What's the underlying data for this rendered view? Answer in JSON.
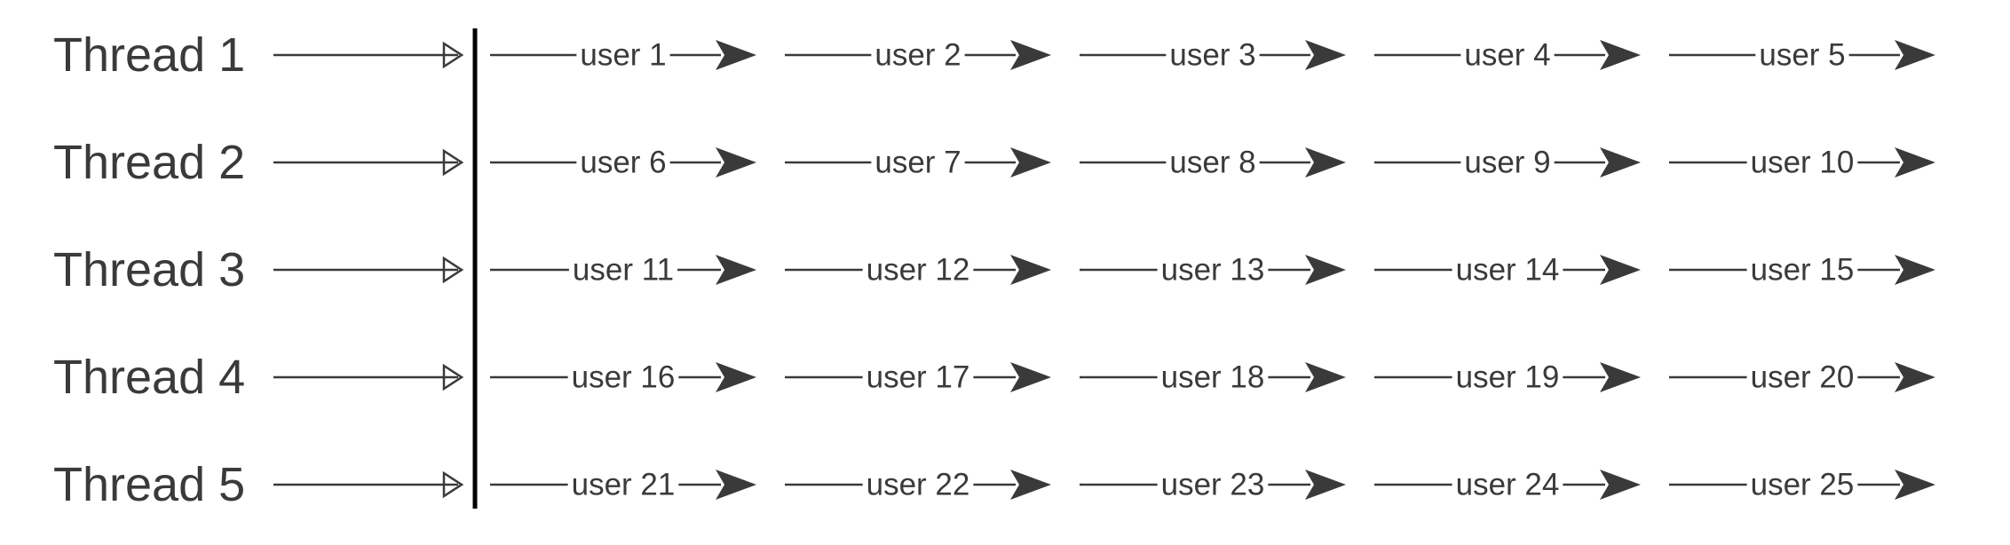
{
  "threads": [
    {
      "label": "Thread 1",
      "users": [
        "user 1",
        "user 2",
        "user 3",
        "user 4",
        "user 5"
      ]
    },
    {
      "label": "Thread 2",
      "users": [
        "user 6",
        "user 7",
        "user 8",
        "user 9",
        "user 10"
      ]
    },
    {
      "label": "Thread 3",
      "users": [
        "user 11",
        "user 12",
        "user 13",
        "user 14",
        "user 15"
      ]
    },
    {
      "label": "Thread 4",
      "users": [
        "user 16",
        "user 17",
        "user 18",
        "user 19",
        "user 20"
      ]
    },
    {
      "label": "Thread 5",
      "users": [
        "user 21",
        "user 22",
        "user 23",
        "user 24",
        "user 25"
      ]
    }
  ],
  "colors": {
    "line": "#3a3a3a",
    "divider": "#000000",
    "text": "#3a3a3a"
  }
}
